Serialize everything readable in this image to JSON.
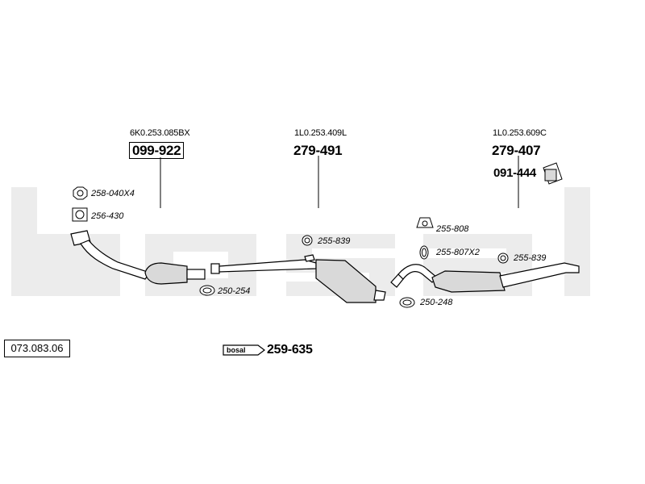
{
  "watermark_text": "bosal",
  "catalog_number": "073.083.06",
  "assemblies": [
    {
      "oem": "6K0.253.085BX",
      "part": "099-922",
      "boxed": true
    },
    {
      "oem": "1L0.253.409L",
      "part": "279-491",
      "boxed": false
    },
    {
      "oem": "1L0.253.609C",
      "part": "279-407",
      "boxed": false
    }
  ],
  "accessories": {
    "nut": "258-040X4",
    "gasket_flange": "256-430",
    "rubber_ring_1": "255-839",
    "clamp_1": "250-254",
    "rubber_mount": "255-808",
    "rubber_ring_2": "255-807X2",
    "rubber_ring_3": "255-839",
    "clamp_2": "250-248",
    "tail_trim": "091-444"
  },
  "kit": {
    "logo_text": "bosal",
    "part": "259-635"
  },
  "colors": {
    "watermark": "#ececec",
    "line": "#000000",
    "part_fill": "#ffffff",
    "part_shade": "#d9d9d9"
  }
}
